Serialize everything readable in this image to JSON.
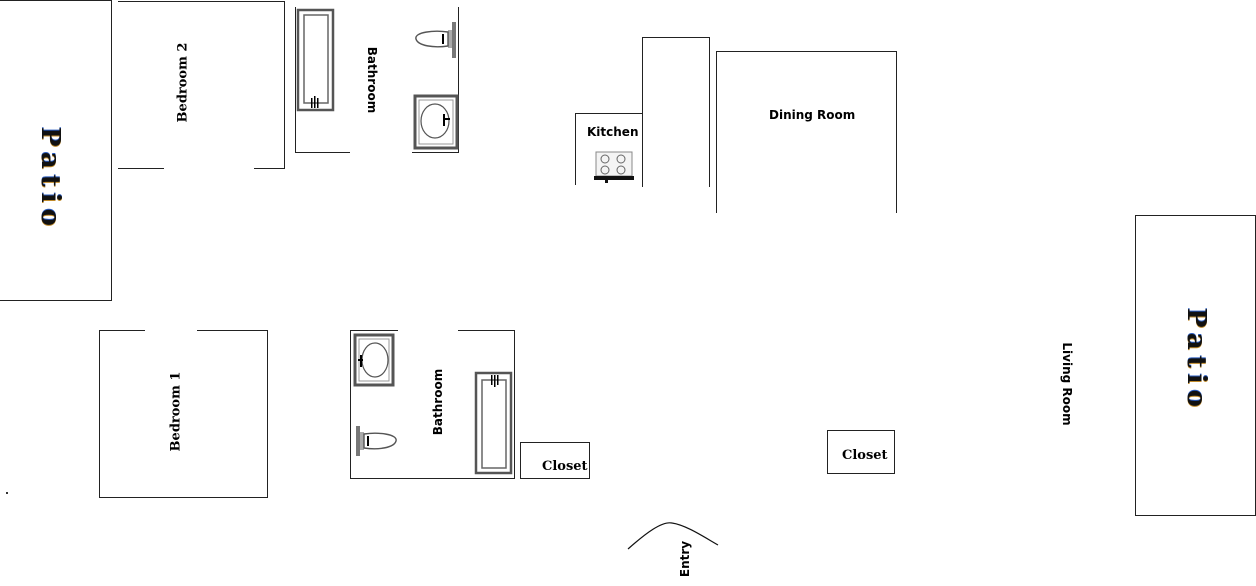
{
  "floor_plan": {
    "rooms": {
      "patio_left": "Patio",
      "patio_right": "Patio",
      "bedroom_2": "Bedroom 2",
      "bedroom_1": "Bedroom 1",
      "bathroom_top": "Bathroom",
      "bathroom_bottom": "Bathroom",
      "kitchen": "Kitchen",
      "dining_room": "Dining Room",
      "living_room": "Living Room",
      "closet_left": "Closet",
      "closet_right": "Closet",
      "entry": "Entry"
    },
    "icons": [
      "bathtub-icon",
      "toilet-icon",
      "sink-icon",
      "stove-icon",
      "door-arc-icon"
    ]
  }
}
